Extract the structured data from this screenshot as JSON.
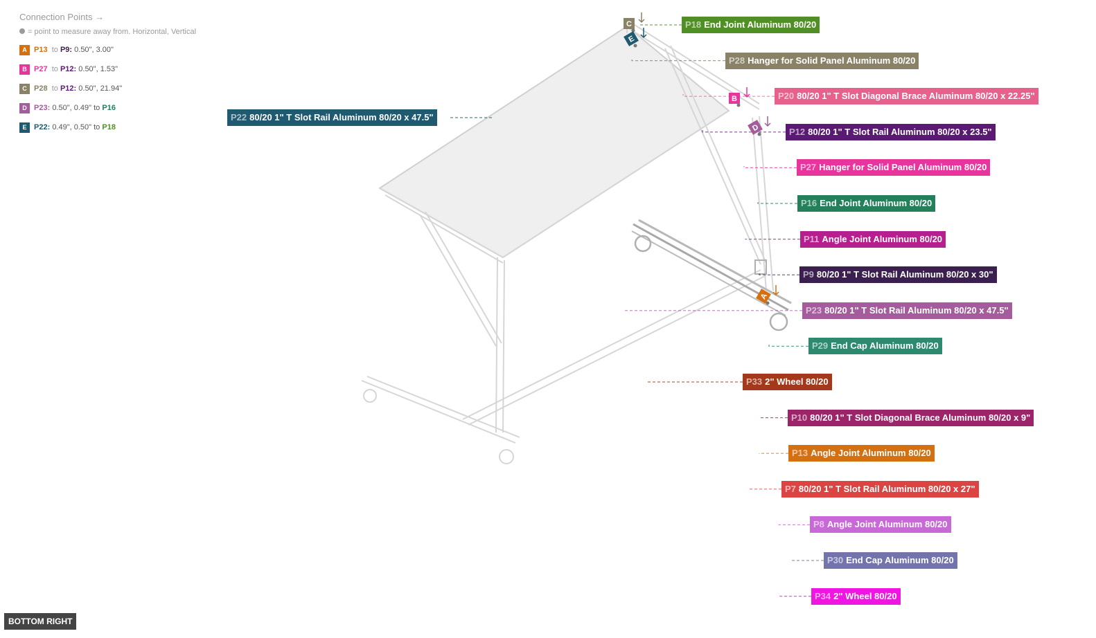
{
  "legend": {
    "title": "Connection Points →",
    "note": "= point to measure away from. Horizontal, Vertical",
    "rows": [
      {
        "letter": "A",
        "color": "#d4700f",
        "from": "P13",
        "from_color": "#d4700f",
        "sep": "to",
        "to": "P9:",
        "to_color": "#3b1f4f",
        "values": "0.50\", 3.00\"",
        "tail": "",
        "tail_color": ""
      },
      {
        "letter": "B",
        "color": "#e8359e",
        "from": "P27",
        "from_color": "#e8359e",
        "sep": "to",
        "to": "P12:",
        "to_color": "#5a1a73",
        "values": "0.50\", 1.53\"",
        "tail": "",
        "tail_color": ""
      },
      {
        "letter": "C",
        "color": "#8a8266",
        "from": "P28",
        "from_color": "#8a8266",
        "sep": "to",
        "to": "P12:",
        "to_color": "#5a1a73",
        "values": "0.50\", 21.94\"",
        "tail": "",
        "tail_color": ""
      },
      {
        "letter": "D",
        "color": "#a45c9c",
        "from": "P23:",
        "from_color": "#a45c9c",
        "sep": "",
        "to": "",
        "to_color": "",
        "values": "0.50\", 0.49\" to",
        "tail": "P16",
        "tail_color": "#24805a"
      },
      {
        "letter": "E",
        "color": "#1f5a70",
        "from": "P22:",
        "from_color": "#1f5a70",
        "sep": "",
        "to": "",
        "to_color": "",
        "values": "0.49\", 0.50\" to",
        "tail": "P18",
        "tail_color": "#4f8f25"
      }
    ]
  },
  "markers": [
    {
      "letter": "C",
      "color": "#8a8266"
    },
    {
      "letter": "E",
      "color": "#1f5a70"
    },
    {
      "letter": "B",
      "color": "#e8359e"
    },
    {
      "letter": "D",
      "color": "#a45c9c"
    },
    {
      "letter": "A",
      "color": "#d4700f"
    }
  ],
  "parts": [
    {
      "id": "P18",
      "name": "End Joint Aluminum 80/20",
      "color": "#4f8f25"
    },
    {
      "id": "P28",
      "name": "Hanger for Solid Panel Aluminum 80/20",
      "color": "#8a8266"
    },
    {
      "id": "P20",
      "name": "80/20 1\" T Slot Diagonal Brace  Aluminum 80/20 x 22.25\"",
      "color": "#e8608c"
    },
    {
      "id": "P12",
      "name": "80/20 1\" T Slot Rail Aluminum 80/20 x 23.5\"",
      "color": "#5a1a73"
    },
    {
      "id": "P27",
      "name": "Hanger for Solid Panel Aluminum 80/20",
      "color": "#e8359e"
    },
    {
      "id": "P16",
      "name": "End Joint Aluminum 80/20",
      "color": "#24805a"
    },
    {
      "id": "P11",
      "name": "Angle Joint Aluminum 80/20",
      "color": "#b51f8e"
    },
    {
      "id": "P9",
      "name": "80/20 1\" T Slot Rail Aluminum 80/20 x 30\"",
      "color": "#3b1f4f"
    },
    {
      "id": "P23",
      "name": "80/20 1\" T Slot Rail Aluminum 80/20 x 47.5\"",
      "color": "#a45c9c"
    },
    {
      "id": "P29",
      "name": "End Cap Aluminum 80/20",
      "color": "#2e8a6e"
    },
    {
      "id": "P33",
      "name": "2\" Wheel 80/20",
      "color": "#a3381a"
    },
    {
      "id": "P10",
      "name": "80/20 1\" T Slot Diagonal Brace  Aluminum 80/20 x 9\"",
      "color": "#9c2468"
    },
    {
      "id": "P13",
      "name": "Angle Joint Aluminum 80/20",
      "color": "#d4700f"
    },
    {
      "id": "P7",
      "name": "80/20 1\" T Slot Rail Aluminum 80/20 x 27\"",
      "color": "#dc4444"
    },
    {
      "id": "P8",
      "name": "Angle Joint Aluminum 80/20",
      "color": "#c86ad6"
    },
    {
      "id": "P30",
      "name": "End Cap Aluminum 80/20",
      "color": "#7474ad"
    },
    {
      "id": "P34",
      "name": "2\" Wheel 80/20",
      "color": "#ee16e0"
    },
    {
      "id": "P22",
      "name": "80/20 1\" T Slot Rail Aluminum 80/20 x 47.5\"",
      "color": "#1f5a70"
    }
  ],
  "corner_label": "BOTTOM RIGHT"
}
